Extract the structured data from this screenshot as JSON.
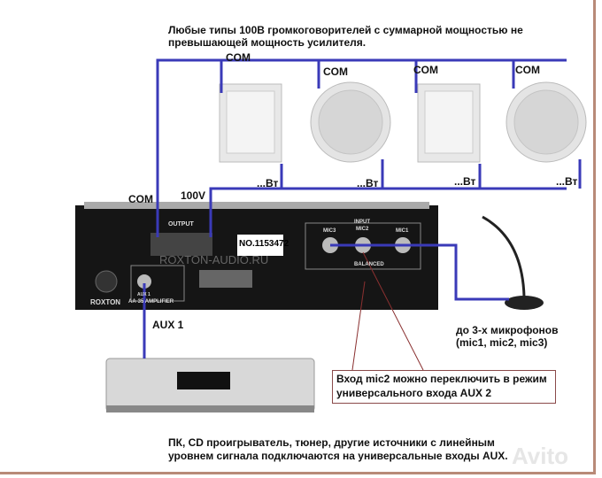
{
  "header_note": [
    "Любые типы 100В громкоговорителей с суммарной мощностью не",
    "превышающей мощность усилителя."
  ],
  "speaker_com_labels": [
    "COM",
    "COM",
    "COM",
    "COM"
  ],
  "speaker_power_labels": [
    "...Вт",
    "...Вт",
    "...Вт",
    "...Вт"
  ],
  "amp": {
    "com_label": "COM",
    "v100_label": "100V",
    "serial": "NO.1153472",
    "watermark": "ROXTON-AUDIO.RU",
    "brand": "ROXTON",
    "model": "AA-35 AMPLIFIER",
    "output_label": "OUTPUT",
    "input_label": "INPUT",
    "mic_labels": [
      "MIC3",
      "MIC2",
      "MIC1"
    ],
    "balanced_label": "BALANCED",
    "aux1_jack_label": "AUX 1"
  },
  "aux1_label": "AUX 1",
  "mic_note": [
    "до 3-х микрофонов",
    "(mic1, mic2, mic3)"
  ],
  "mic2_note": [
    "Вход mic2 можно переключить в режим",
    "универсального входа AUX 2"
  ],
  "footer_note": [
    "ПК, CD проигрыватель, тюнер, другие источники с линейным",
    "уровнем сигнала подключаются на универсальные входы AUX."
  ],
  "site_watermark": "Avito",
  "colors": {
    "wire": "#3a3ab8",
    "leader": "#8a3030",
    "frame": "#b88a78"
  }
}
